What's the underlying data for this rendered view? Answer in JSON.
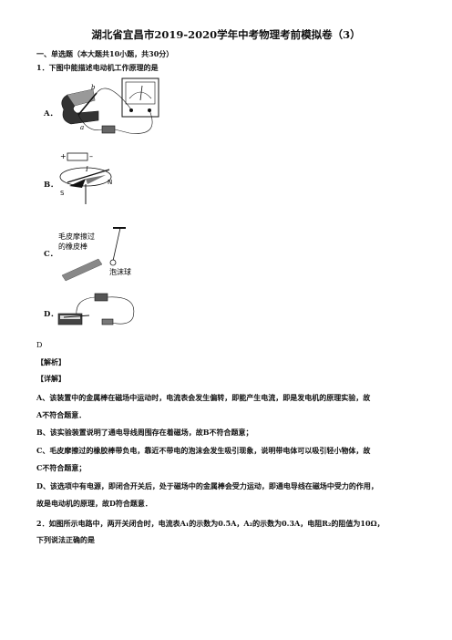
{
  "title": "湖北省宜昌市2019-2020学年中考物理考前模拟卷（3）",
  "section": "一、单选题（本大题共10小题，共30分）",
  "q1": {
    "stem": "1．下图中能描述电动机工作原理的是",
    "options": [
      "A．",
      "B．",
      "C．",
      "D．"
    ],
    "figB": {
      "n_pole": "N",
      "s_pole": "S",
      "current": "I",
      "plus": "+",
      "minus": "–"
    },
    "figC": {
      "rod_label_1": "毛皮摩擦过",
      "rod_label_2": "的橡皮棒",
      "ball_label": "泡沫球"
    },
    "figA": {
      "label_b": "b",
      "label_a": "a"
    }
  },
  "answer": "D",
  "analysis_heading": "【解析】",
  "detail_heading": "【详解】",
  "explanations": [
    "A、该装置中的金属棒在磁场中运动时，电流表会发生偏转，即能产生电流，即是发电机的原理实验，故",
    "A不符合题意．",
    "B、该实验装置说明了通电导线周围存在着磁场，故B不符合题意；",
    "C、毛皮摩擦过的橡胶棒带负电，靠近不带电的泡沫会发生吸引现象，说明带电体可以吸引轻小物体，故",
    "C不符合题意；",
    "D、该选项中有电源，即闭合开关后，处于磁场中的金属棒会受力运动，即通电导线在磁场中受力的作用，",
    "故是电动机的原理，故D符合题意．"
  ],
  "q2": {
    "line1": "2．如图所示电路中，两开关闭合时，电流表A₁的示数为0.5A，A₂的示数为0.3A，电阻R₂的阻值为10Ω，",
    "line2": "下列说法正确的是"
  }
}
